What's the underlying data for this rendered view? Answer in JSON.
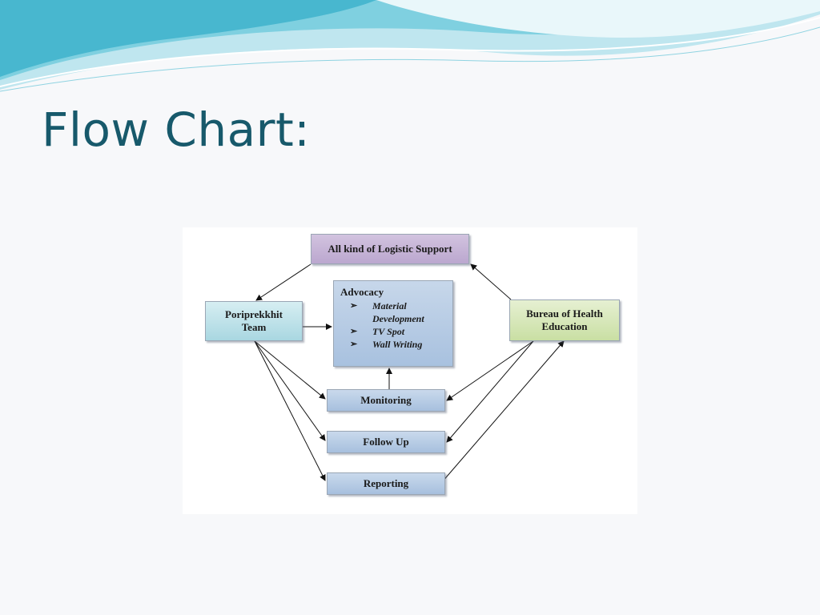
{
  "slide": {
    "title": "Flow Chart:",
    "colors": {
      "title": "#17596b",
      "wave_dark": "#52c0d6",
      "wave_light": "#bde8f0"
    }
  },
  "diagram": {
    "logistic": "All kind of Logistic Support",
    "poriprekkhit": [
      "Poriprekkhit",
      "Team"
    ],
    "bureau": [
      "Bureau of Health",
      "Education"
    ],
    "advocacy": {
      "heading": "Advocacy",
      "items": [
        {
          "bullet": "➢",
          "text": "Material Development"
        },
        {
          "bullet": "➢",
          "text": "TV Spot"
        },
        {
          "bullet": "➢",
          "text": "Wall Writing"
        }
      ]
    },
    "monitoring": "Monitoring",
    "followup": "Follow Up",
    "reporting": "Reporting"
  }
}
